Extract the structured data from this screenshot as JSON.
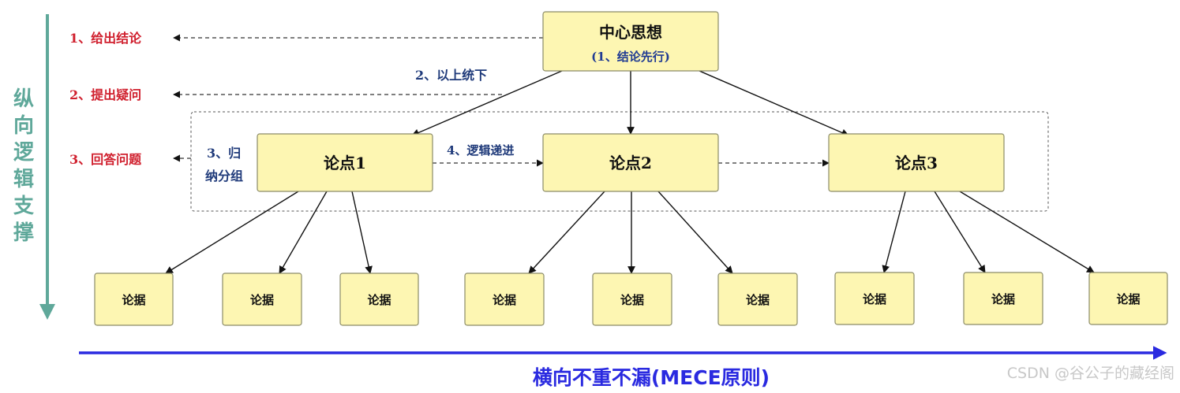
{
  "center": {
    "title": "中心思想",
    "subtitle": "(1、结论先行)"
  },
  "points": [
    "论点1",
    "论点2",
    "论点3"
  ],
  "evidence_label": "论据",
  "steps": {
    "step1": "1、给出结论",
    "step2": "2、提出疑问",
    "step3": "3、回答问题",
    "top_down": "2、以上统下",
    "group_line1": "3、归",
    "group_line2": "纳分组",
    "logic": "4、逻辑递进"
  },
  "vertical_label": [
    "纵",
    "向",
    "逻",
    "辑",
    "支",
    "撑"
  ],
  "horizontal_label": "横向不重不漏(MECE原则)",
  "watermark": "CSDN @谷公子的藏经阁",
  "colors": {
    "box_fill": "#fdf6b2",
    "vertical_axis": "#5fa89a",
    "horizontal_axis": "#2a2ae0",
    "step_red": "#d0202e",
    "step_blue": "#1f3a7a"
  }
}
